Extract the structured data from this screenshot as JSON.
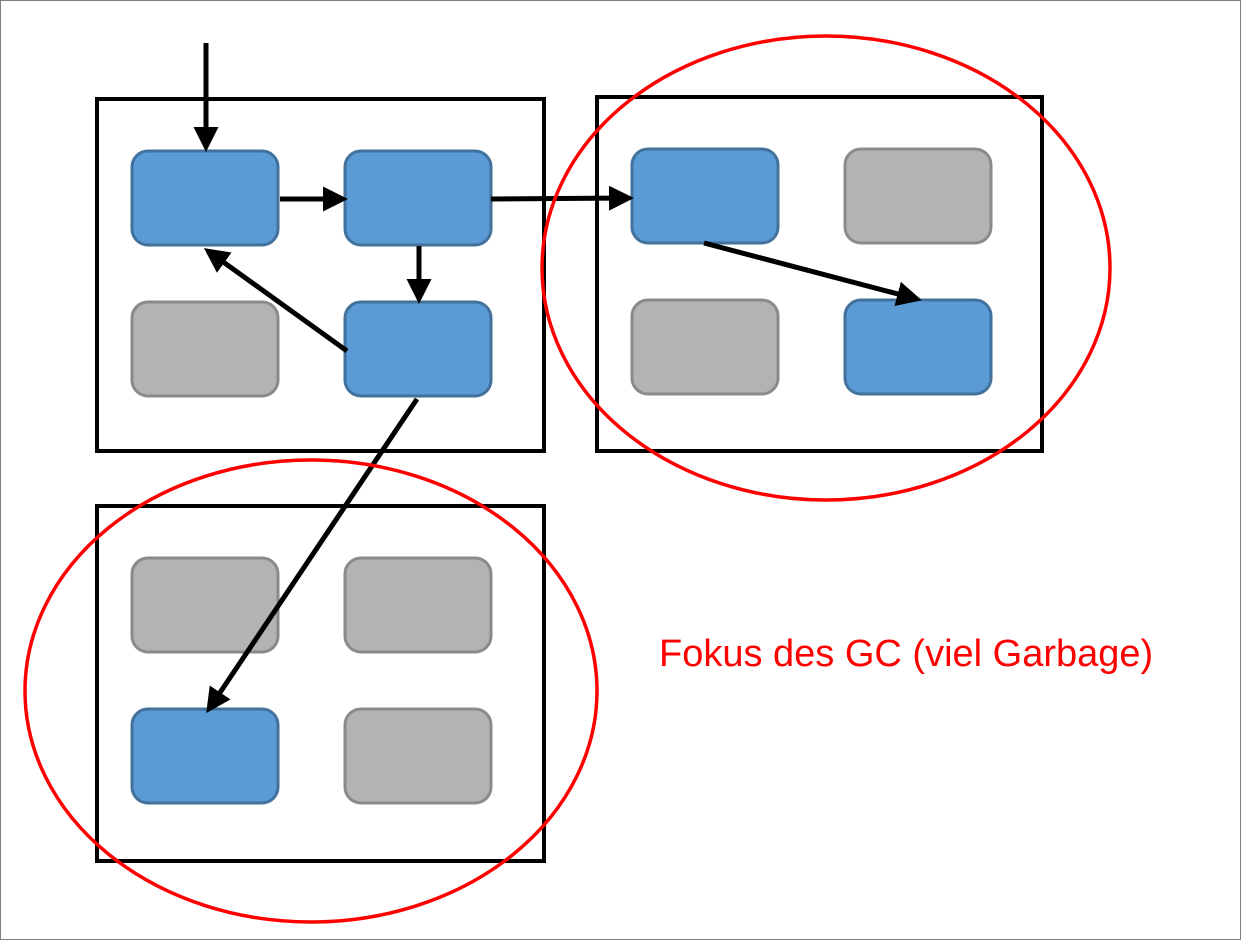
{
  "annotation": {
    "text": "Fokus des GC (viel Garbage)",
    "color": "#ff0000"
  },
  "colors": {
    "live_object_fill": "#5b9bd5",
    "live_object_stroke": "#41719c",
    "garbage_object_fill": "#b3b3b3",
    "garbage_object_stroke": "#8a8a8a",
    "region_border": "#000000",
    "arrow": "#000000",
    "focus_ellipse": "#ff0000"
  },
  "regions": [
    {
      "id": "region-top-left",
      "gc_focus": false,
      "objects": [
        {
          "id": "r1-top-left",
          "state": "live"
        },
        {
          "id": "r1-top-right",
          "state": "live"
        },
        {
          "id": "r1-bottom-left",
          "state": "garbage"
        },
        {
          "id": "r1-bottom-right",
          "state": "live"
        }
      ]
    },
    {
      "id": "region-top-right",
      "gc_focus": true,
      "objects": [
        {
          "id": "r2-top-left",
          "state": "live"
        },
        {
          "id": "r2-top-right",
          "state": "garbage"
        },
        {
          "id": "r2-bottom-left",
          "state": "garbage"
        },
        {
          "id": "r2-bottom-right",
          "state": "live"
        }
      ]
    },
    {
      "id": "region-bottom-left",
      "gc_focus": true,
      "objects": [
        {
          "id": "r3-top-left",
          "state": "garbage"
        },
        {
          "id": "r3-top-right",
          "state": "garbage"
        },
        {
          "id": "r3-bottom-left",
          "state": "live"
        },
        {
          "id": "r3-bottom-right",
          "state": "garbage"
        }
      ]
    }
  ],
  "references": [
    {
      "from": "root",
      "to": "r1-top-left"
    },
    {
      "from": "r1-top-left",
      "to": "r1-top-right"
    },
    {
      "from": "r1-top-right",
      "to": "r2-top-left"
    },
    {
      "from": "r1-top-right",
      "to": "r1-bottom-right"
    },
    {
      "from": "r1-bottom-right",
      "to": "r1-top-left"
    },
    {
      "from": "r2-top-left",
      "to": "r2-bottom-right"
    },
    {
      "from": "r1-bottom-right",
      "to": "r3-bottom-left"
    }
  ]
}
